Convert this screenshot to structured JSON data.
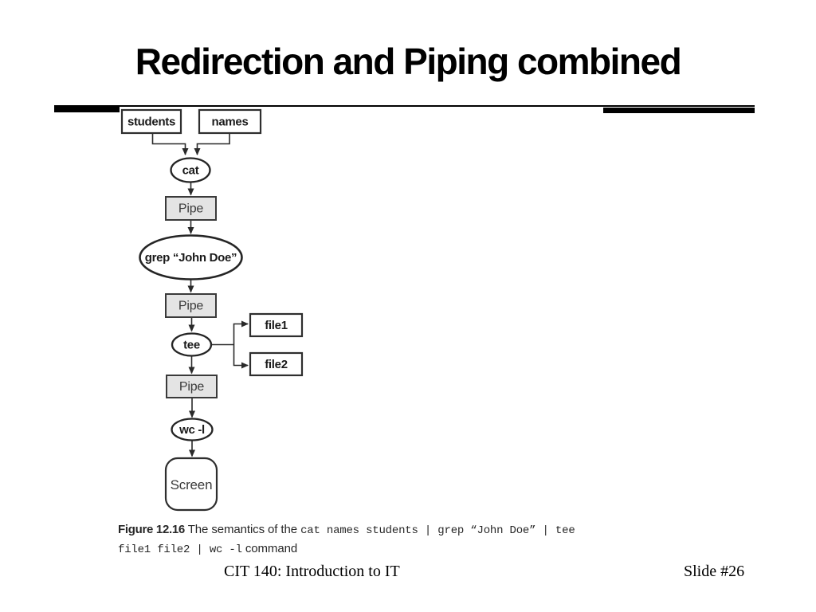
{
  "slide": {
    "title": "Redirection and Piping combined",
    "footer": {
      "course": "CIT 140: Introduction to IT",
      "slide_number": "Slide #26"
    },
    "accent_color": "#000000"
  },
  "diagram": {
    "type": "flowchart",
    "nodes": {
      "students": "students",
      "names": "names",
      "cat": "cat",
      "pipe1": "Pipe",
      "grep": "grep “John Doe”",
      "pipe2": "Pipe",
      "tee": "tee",
      "file1": "file1",
      "file2": "file2",
      "pipe3": "Pipe",
      "wc": "wc -l",
      "screen": "Screen"
    },
    "edges": [
      {
        "from": "students",
        "to": "cat"
      },
      {
        "from": "names",
        "to": "cat"
      },
      {
        "from": "cat",
        "to": "pipe1"
      },
      {
        "from": "pipe1",
        "to": "grep"
      },
      {
        "from": "grep",
        "to": "pipe2"
      },
      {
        "from": "pipe2",
        "to": "tee"
      },
      {
        "from": "tee",
        "to": "file1"
      },
      {
        "from": "tee",
        "to": "file2"
      },
      {
        "from": "tee",
        "to": "pipe3"
      },
      {
        "from": "pipe3",
        "to": "wc"
      },
      {
        "from": "wc",
        "to": "screen"
      }
    ],
    "colors": {
      "pipe_box_fill": "#e4e4e4",
      "node_stroke": "#2a2a2a",
      "node_fill": "#ffffff"
    }
  },
  "caption": {
    "figure_label": "Figure 12.16",
    "text_before_code": " The semantics of the ",
    "code_part1": "cat names students | grep “John Doe” | tee",
    "code_part2": "file1 file2 | wc -l",
    "text_after_code": " command"
  }
}
